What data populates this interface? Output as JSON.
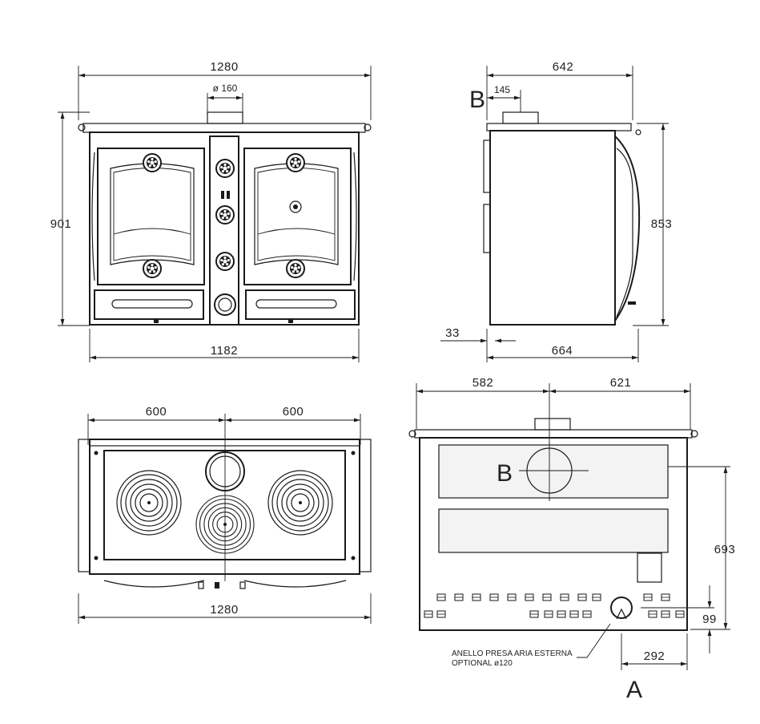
{
  "dimensions": {
    "front": {
      "overall_width": "1280",
      "flue_diameter": "ø 160",
      "height": "901",
      "base_width": "1182"
    },
    "side": {
      "depth": "642",
      "flue_offset": "145",
      "height": "853",
      "foot_offset": "33",
      "base_depth": "664",
      "label_b": "B"
    },
    "top": {
      "left_half": "600",
      "right_half": "600",
      "overall_width": "1280"
    },
    "rear": {
      "left_to_axis": "582",
      "right_to_axis": "621",
      "flue_height": "693",
      "inlet_height": "99",
      "inlet_offset": "292",
      "label_b": "B",
      "label_a": "A",
      "note_line1": "ANELLO PRESA ARIA ESTERNA",
      "note_line2": "OPTIONAL ø120"
    }
  }
}
